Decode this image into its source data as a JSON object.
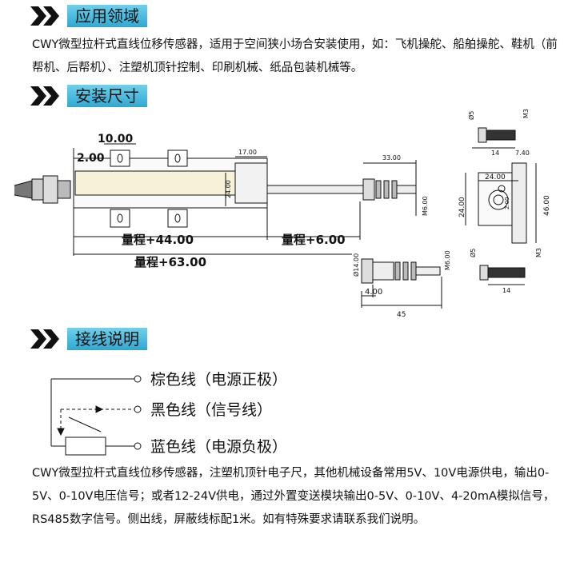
{
  "sections": {
    "application": {
      "title": "应用领域"
    },
    "install": {
      "title": "安装尺寸"
    },
    "wiring": {
      "title": "接线说明"
    }
  },
  "application_text": "CWY微型拉杆式直线位移传感器，适用于空间狭小场合安装使用，如：飞机操舵、船舶操舵、鞋机（前帮机、后帮机）、注塑机顶针控制、印刷机械、纸品包装机械等。",
  "dimensions": {
    "d10": "10.00",
    "d2": "2.00",
    "d17": "17.00",
    "d24": "24.00",
    "d33": "33.00",
    "m6": "M6.00",
    "range44": "量程+44.00",
    "range6": "量程+6.00",
    "range63": "量程+63.00",
    "phi14": "Ø14.00",
    "d4": "4.00",
    "d45": "45",
    "m6b": "M6.00",
    "phi5_top": "Ø5",
    "m3_top": "M3",
    "d14_top": "14",
    "d740": "7.40",
    "d24_top": "24.00",
    "d24_side": "24.00",
    "d46": "46.00",
    "d200": "2.00",
    "phi5_bot": "Ø5",
    "m3_bot": "M3",
    "d14_bot": "14"
  },
  "wiring": {
    "brown": "棕色线（电源正极）",
    "black": "黑色线（信号线）",
    "blue": "蓝色线（电源负极）"
  },
  "wiring_text": "CWY微型拉杆式直线位移传感器，注塑机顶针电子尺，其他机械设备常用5V、10V电源供电，输出0-5V、0-10V电压信号；或者12-24V供电，通过外置变送模块输出0-5V、0-10V、4-20mA模拟信号，RS485数字信号。侧出线，屏蔽线标配1米。如有特殊要求请联系我们说明。"
}
